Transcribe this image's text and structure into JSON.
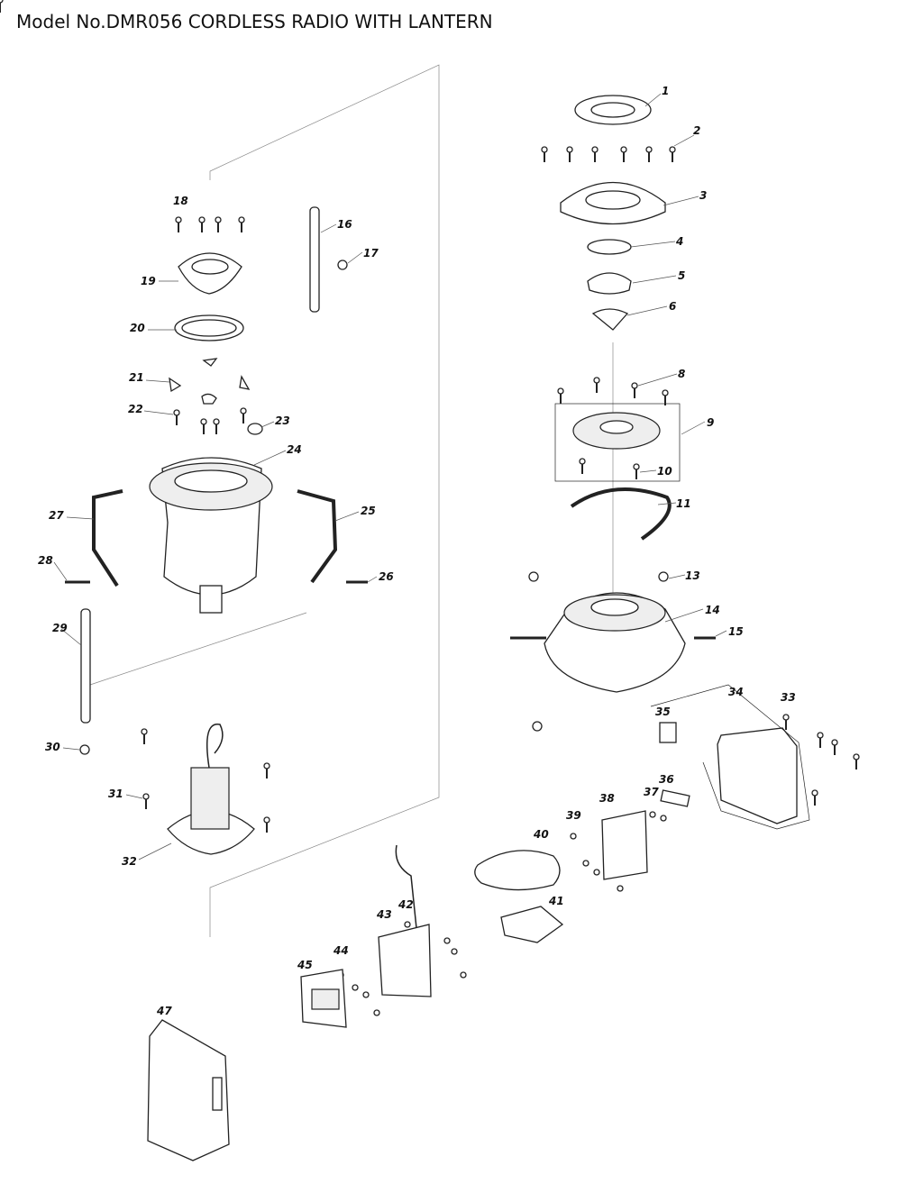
{
  "title": "Model No.DMR056 CORDLESS RADIO WITH LANTERN",
  "part_numbers": [
    "1",
    "2",
    "3",
    "4",
    "5",
    "6",
    "8",
    "9",
    "10",
    "11",
    "13",
    "14",
    "15",
    "16",
    "17",
    "18",
    "19",
    "20",
    "21",
    "22",
    "23",
    "24",
    "25",
    "26",
    "27",
    "28",
    "29",
    "30",
    "31",
    "32",
    "33",
    "34",
    "35",
    "36",
    "37",
    "38",
    "39",
    "40",
    "41",
    "42",
    "43",
    "44",
    "45",
    "47"
  ]
}
